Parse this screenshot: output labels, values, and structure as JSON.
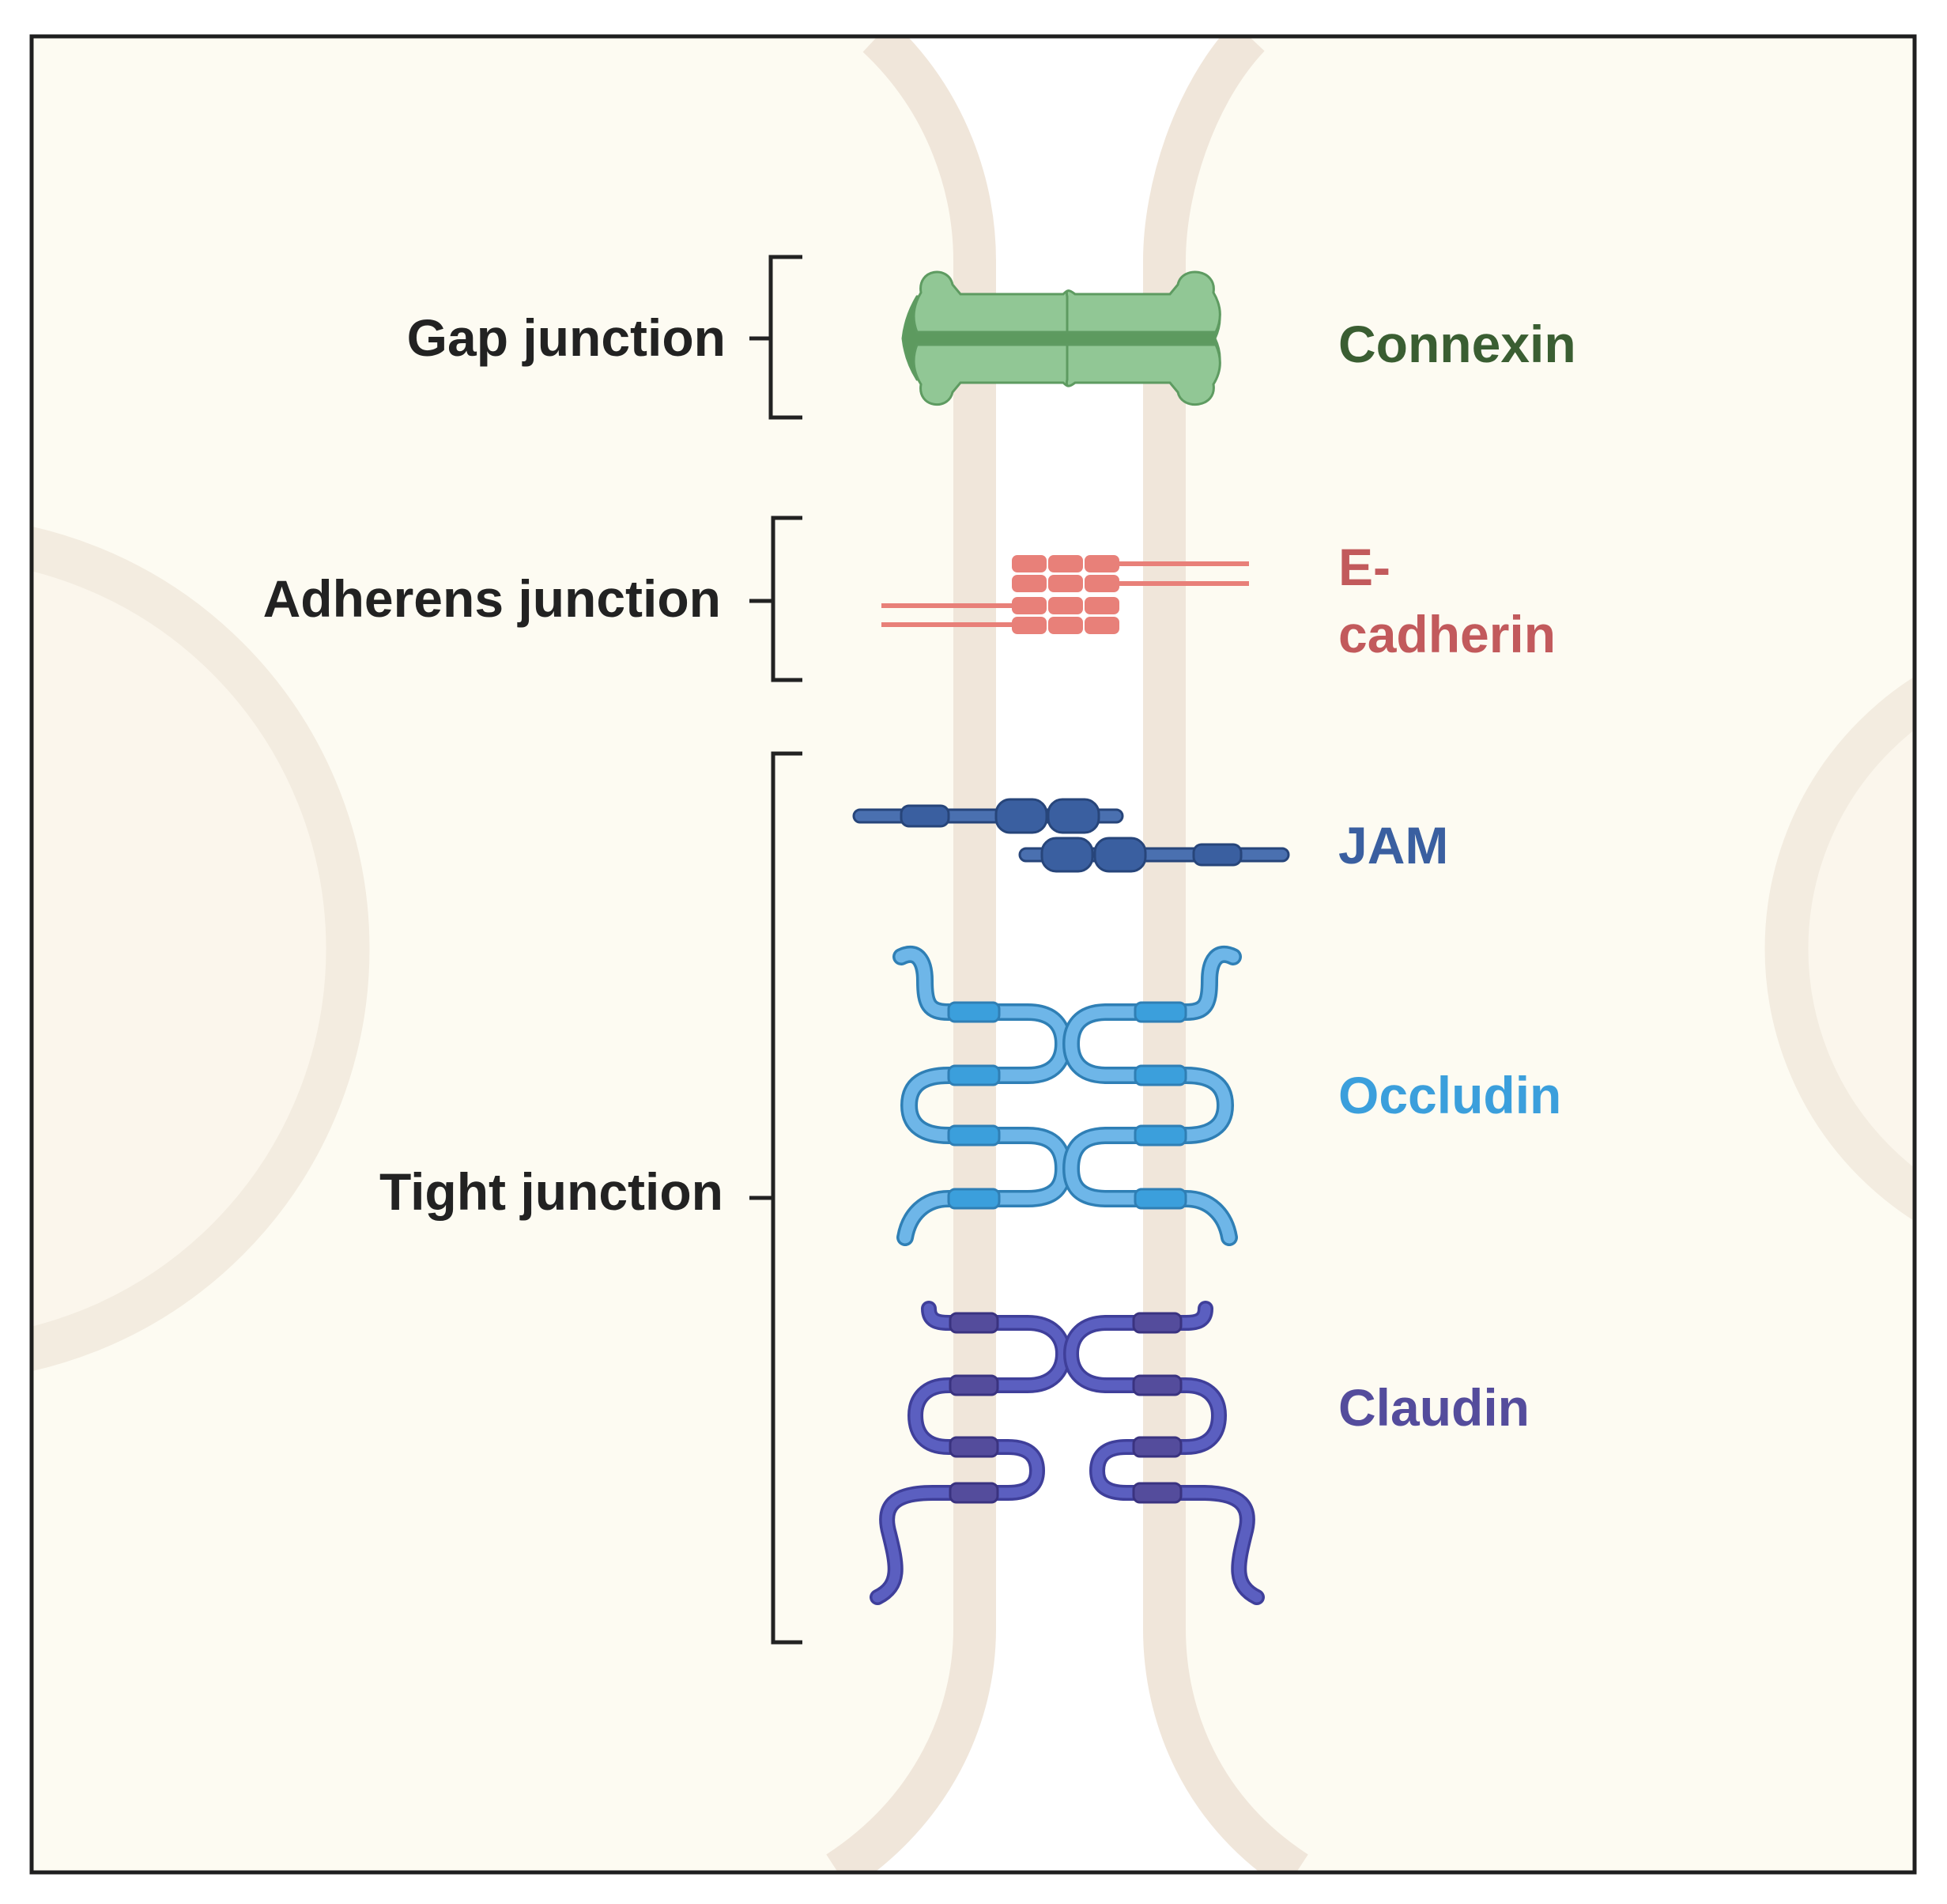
{
  "junctions": {
    "gap": "Gap junction",
    "adherens": "Adherens junction",
    "tight": "Tight junction"
  },
  "proteins": {
    "connexin": "Connexin",
    "ecadherin_line1": "E-",
    "ecadherin_line2": "cadherin",
    "jam": "JAM",
    "occludin": "Occludin",
    "claudin": "Claudin"
  },
  "colors": {
    "cell_fill": "#fdfbf2",
    "membrane": "#f0e6da",
    "connexin": "#3a5e32",
    "connexin_fill": "#91c795",
    "ecadherin": "#c25a5c",
    "ecadherin_fill": "#e88079",
    "jam": "#3a5fa0",
    "occludin": "#3b9fdc",
    "occludin_fill": "#6eb6e8",
    "claudin": "#544c9c",
    "claudin_fill": "#5b5fc0",
    "text": "#222222"
  }
}
